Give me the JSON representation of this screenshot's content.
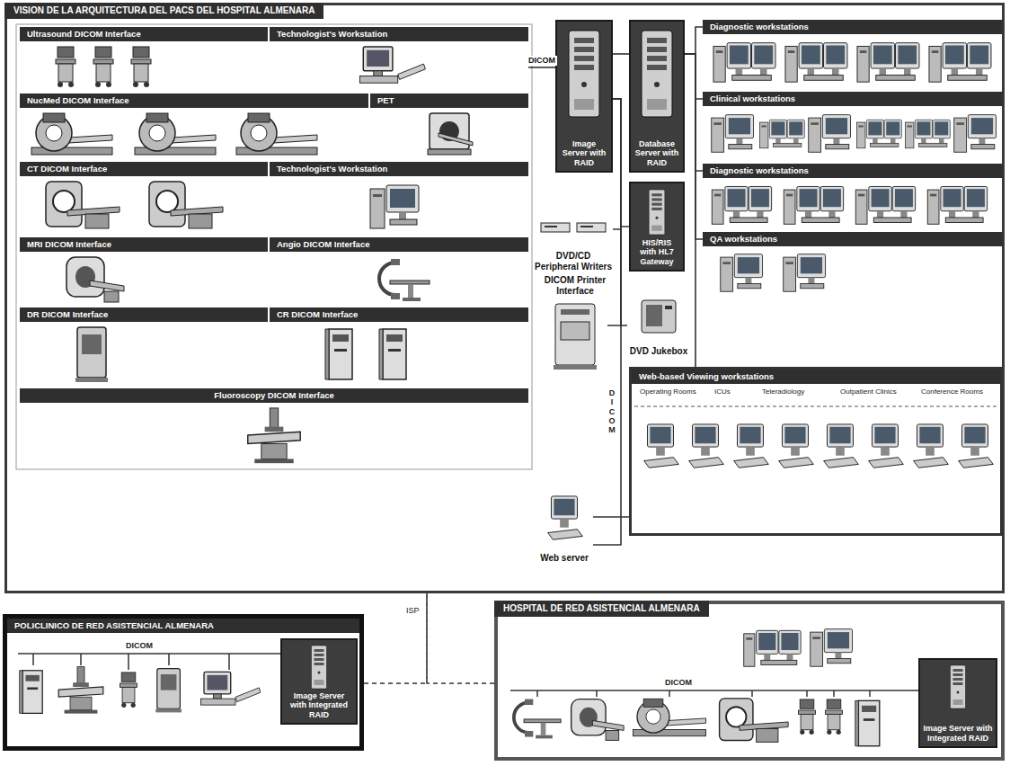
{
  "diagram": {
    "nodes": [
      {
        "text": [
          "VISION DE LA ARQUITECTURA DEL PACS DEL HOSPITAL ALMENARA"
        ]
      },
      {
        "text": [
          "Ultrasound DICOM Interface"
        ],
        "in": 0
      },
      {
        "text": [
          "Technologist's Workstation"
        ],
        "in": 0
      },
      {
        "text": [
          "NucMed DICOM Interface"
        ],
        "in": 0
      },
      {
        "text": [
          "PET"
        ],
        "in": 0
      },
      {
        "text": [
          "CT DICOM Interface"
        ],
        "in": 0
      },
      {
        "text": [
          "Technologist's Workstation"
        ],
        "in": 0
      },
      {
        "text": [
          "MRI DICOM Interface"
        ],
        "in": 0
      },
      {
        "text": [
          "Angio DICOM Interface"
        ],
        "in": 0
      },
      {
        "text": [
          "DR DICOM Interface"
        ],
        "in": 0
      },
      {
        "text": [
          "CR DICOM Interface"
        ],
        "in": 0
      },
      {
        "text": [
          "Fluoroscopy DICOM Interface"
        ],
        "in": 0
      },
      {
        "text": [
          "Image Server with RAID"
        ],
        "in": 0
      },
      {
        "text": [
          "Database Server with RAID"
        ],
        "in": 0
      },
      {
        "text": [
          "DVD/CD Peripheral Writers"
        ],
        "in": 0
      },
      {
        "text": [
          "HIS/RIS with HL7 Gateway"
        ],
        "in": 0
      },
      {
        "text": [
          "DICOM Printer Interface"
        ],
        "in": 0
      },
      {
        "text": [
          "DVD Jukebox"
        ],
        "in": 0
      },
      {
        "text": [
          "Web server"
        ],
        "in": 0
      },
      {
        "text": [
          "Diagnostic workstations"
        ],
        "in": 0
      },
      {
        "text": [
          "Clinical workstations"
        ],
        "in": 0
      },
      {
        "text": [
          "Diagnostic workstations"
        ],
        "in": 0
      },
      {
        "text": [
          "QA workstations"
        ],
        "in": 0
      },
      {
        "text": [
          "Web-based Viewing workstations"
        ],
        "in": 0
      },
      {
        "text": [
          "POLICLINICO DE RED ASISTENCIAL ALMENARA"
        ]
      },
      {
        "text": [
          "Image Server with Integrated RAID"
        ],
        "in": 24
      },
      {
        "text": [
          "HOSPITAL DE RED ASISTENCIAL ALMENARA"
        ]
      },
      {
        "text": [
          "Image Server with Integrated RAID"
        ],
        "in": 26
      }
    ],
    "edges": [
      {
        "from": 2,
        "to": 12,
        "label": "DICOM",
        "arrow": "none"
      },
      {
        "from": 12,
        "to": 13,
        "arrow": "none"
      },
      {
        "from": 12,
        "to": 15,
        "arrow": "none"
      },
      {
        "from": 12,
        "to": 14,
        "arrow": "none"
      },
      {
        "from": 12,
        "to": 16,
        "arrow": "none"
      },
      {
        "from": 12,
        "to": 17,
        "arrow": "none"
      },
      {
        "from": 12,
        "to": 18,
        "arrow": "none"
      },
      {
        "from": 13,
        "to": 19,
        "arrow": "none"
      },
      {
        "from": 13,
        "to": 20,
        "arrow": "none"
      },
      {
        "from": 13,
        "to": 21,
        "arrow": "none"
      },
      {
        "from": 13,
        "to": 22,
        "arrow": "none"
      },
      {
        "from": 13,
        "to": 23,
        "arrow": "none"
      },
      {
        "from": 18,
        "to": 23,
        "arrow": "none"
      },
      {
        "from": 24,
        "to": 0,
        "arrow": "none"
      },
      {
        "from": 26,
        "to": 0,
        "arrow": "none"
      }
    ],
    "labels": [
      "DICOM",
      "Operating Rooms",
      "ICUs",
      "Teleradiology",
      "Outpatient Clinics",
      "Conference Rooms",
      "ISP",
      "DICOM",
      "DICOM"
    ]
  }
}
